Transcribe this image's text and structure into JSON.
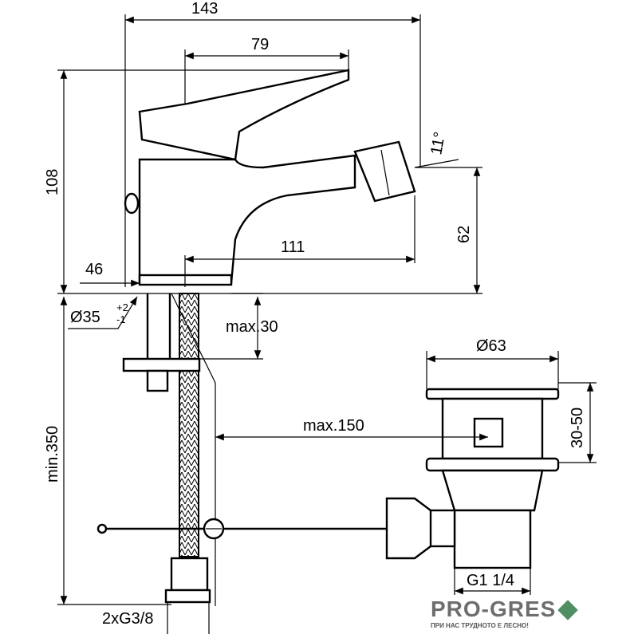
{
  "dimensions": {
    "overall_width": "143",
    "lever_length": "79",
    "height": "108",
    "spout_angle": "11°",
    "spout_height": "62",
    "spout_reach": "111",
    "base_offset": "46",
    "hole_diameter": "Ø35",
    "hole_tol_plus": "+2",
    "hole_tol_minus": "-1",
    "max_deck": "max.30",
    "waste_diameter": "Ø63",
    "waste_stroke": "30-50",
    "rod_max": "max.150",
    "hose_min": "min.350",
    "hose_connection": "2xG3/8",
    "waste_thread": "G1 1/4"
  },
  "watermark": {
    "brand": "PRO-GRES",
    "slogan": "ПРИ НАС ТРУДНОТО Е ЛЕСНО!",
    "color": "#4f8f63"
  }
}
